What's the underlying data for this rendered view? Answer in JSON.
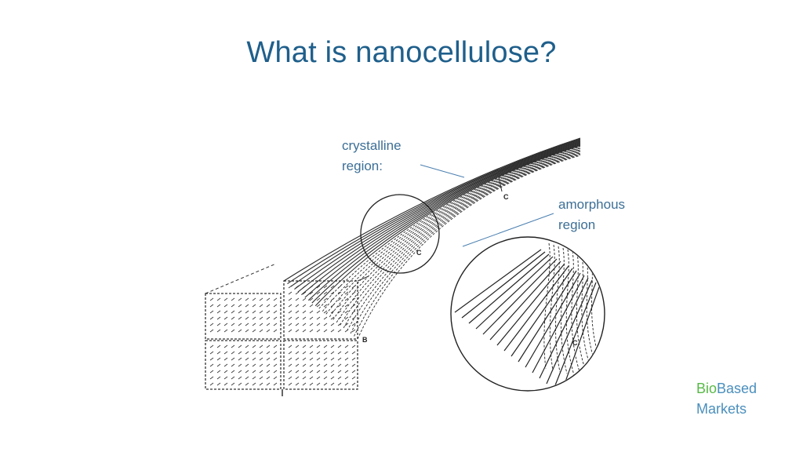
{
  "slide": {
    "title": "What is nanocellulose?"
  },
  "labels": {
    "crystalline": [
      "crystalline",
      "region:"
    ],
    "amorphous": [
      "amorphous",
      "region"
    ]
  },
  "figure_letters": {
    "b": "B",
    "c_top": "C",
    "c_circle": "C",
    "c_zoom": "C"
  },
  "logo": {
    "bio": "Bio",
    "based": "Based",
    "markets": "Markets"
  },
  "colors": {
    "title": "#1f5f8b",
    "label": "#3c6f96",
    "logo_green": "#58b947",
    "logo_blue": "#4a8fbd"
  }
}
